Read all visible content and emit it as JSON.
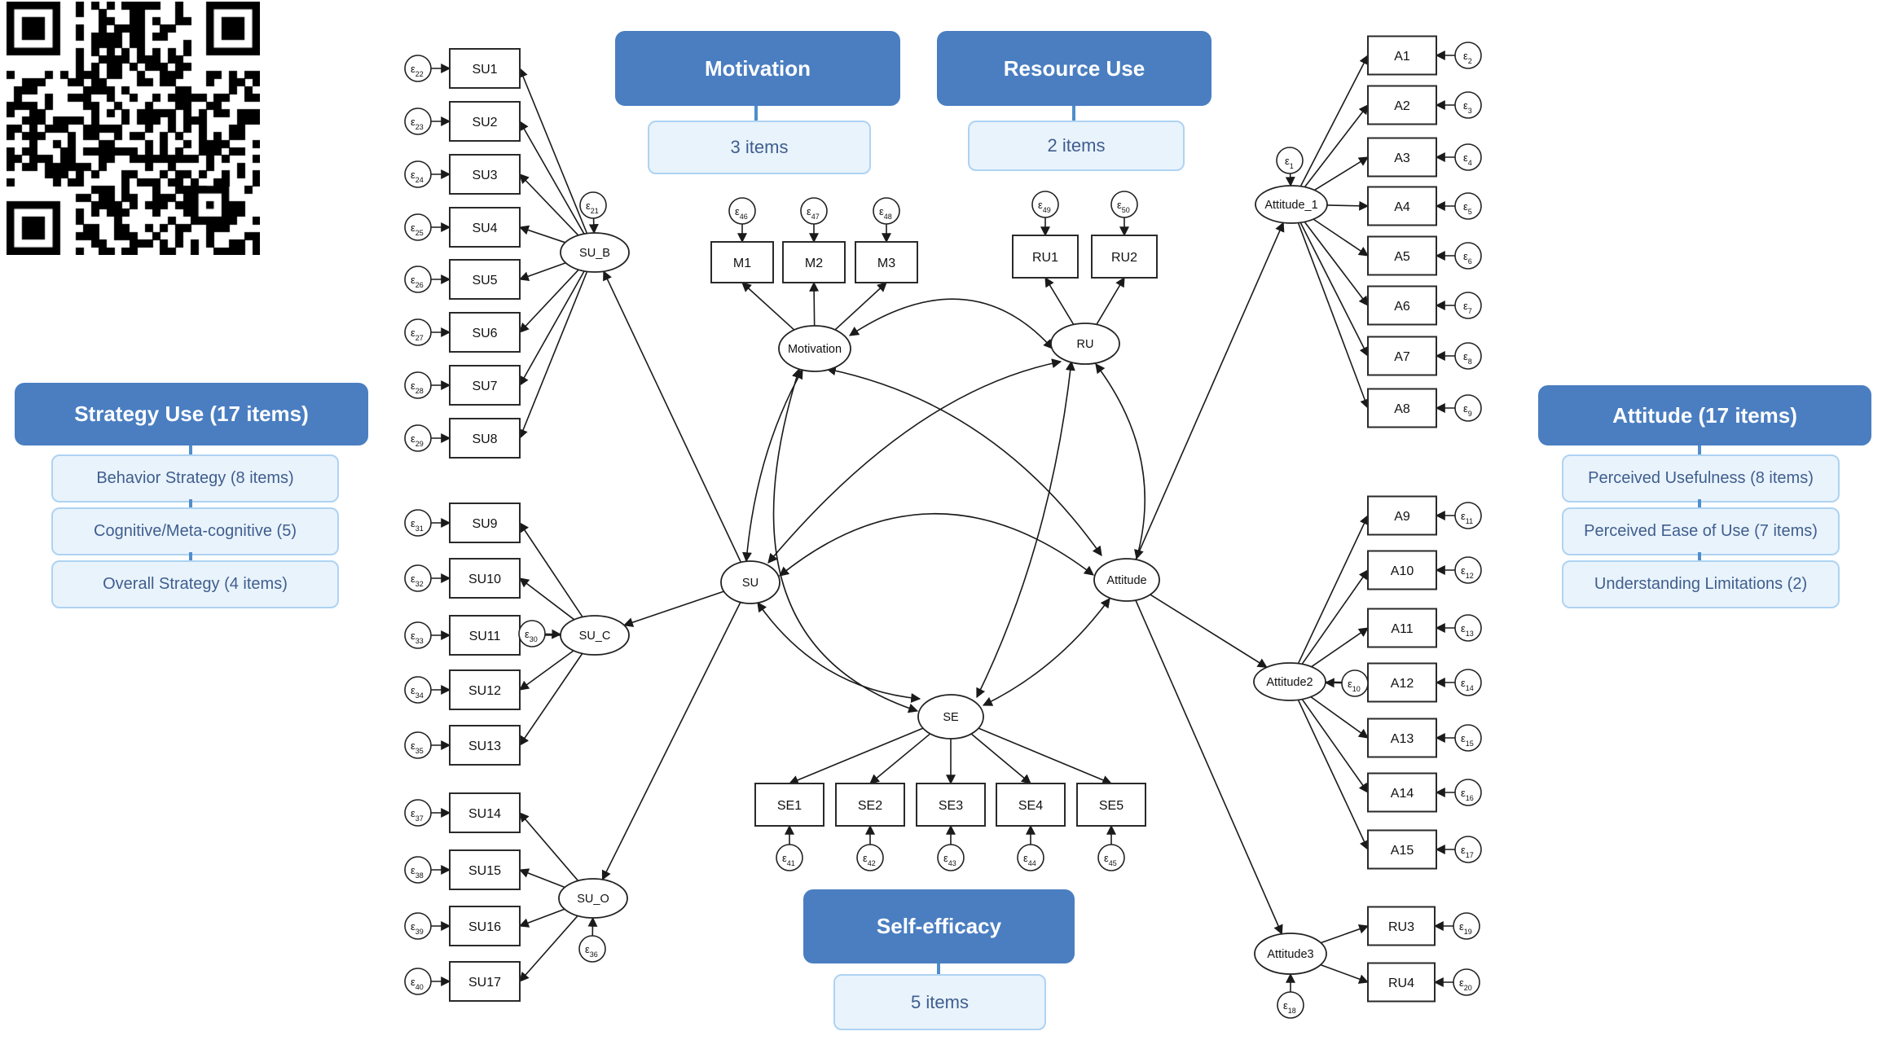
{
  "annotations": {
    "motivation": {
      "title": "Motivation",
      "count": "3 items"
    },
    "resource_use": {
      "title": "Resource Use",
      "count": "2 items"
    },
    "self_efficacy": {
      "title": "Self-efficacy",
      "count": "5 items"
    },
    "strategy_use": {
      "title": "Strategy Use (17 items)",
      "subs": [
        "Behavior Strategy (8 items)",
        "Cognitive/Meta-cognitive (5)",
        "Overall Strategy (4 items)"
      ]
    },
    "attitude": {
      "title": "Attitude (17 items)",
      "subs": [
        "Perceived Usefulness (8 items)",
        "Perceived Ease of Use (7 items)",
        "Understanding Limitations (2)"
      ]
    }
  },
  "colors": {
    "header_blue": "#4a7ec1",
    "light_fill": "#e9f3fc",
    "light_border": "#aed3f2",
    "sub_text": "#3f5e8e",
    "connector": "#4f8ecb",
    "line": "#1a1a1a"
  },
  "diagram": {
    "epsilon": "ε",
    "latents": {
      "su_b": "SU_B",
      "su_c": "SU_C",
      "su_o": "SU_O",
      "su": "SU",
      "motivation": "Motivation",
      "ru": "RU",
      "attitude": "Attitude",
      "se": "SE",
      "attitude_1": "Attitude_1",
      "attitude_2": "Attitude2",
      "attitude_3": "Attitude3"
    },
    "disturbances": {
      "su_b": "21",
      "su_c": "30",
      "su_o": "36",
      "attitude_1": "1",
      "attitude_2": "10",
      "attitude_3": "18"
    },
    "groups": {
      "su_b": {
        "items": [
          {
            "label": "SU1",
            "eps": "22"
          },
          {
            "label": "SU2",
            "eps": "23"
          },
          {
            "label": "SU3",
            "eps": "24"
          },
          {
            "label": "SU4",
            "eps": "25"
          },
          {
            "label": "SU5",
            "eps": "26"
          },
          {
            "label": "SU6",
            "eps": "27"
          },
          {
            "label": "SU7",
            "eps": "28"
          },
          {
            "label": "SU8",
            "eps": "29"
          }
        ]
      },
      "su_c": {
        "items": [
          {
            "label": "SU9",
            "eps": "31"
          },
          {
            "label": "SU10",
            "eps": "32"
          },
          {
            "label": "SU11",
            "eps": "33"
          },
          {
            "label": "SU12",
            "eps": "34"
          },
          {
            "label": "SU13",
            "eps": "35"
          }
        ]
      },
      "su_o": {
        "items": [
          {
            "label": "SU14",
            "eps": "37"
          },
          {
            "label": "SU15",
            "eps": "38"
          },
          {
            "label": "SU16",
            "eps": "39"
          },
          {
            "label": "SU17",
            "eps": "40"
          }
        ]
      },
      "a_1": {
        "items": [
          {
            "label": "A1",
            "eps": "2"
          },
          {
            "label": "A2",
            "eps": "3"
          },
          {
            "label": "A3",
            "eps": "4"
          },
          {
            "label": "A4",
            "eps": "5"
          },
          {
            "label": "A5",
            "eps": "6"
          },
          {
            "label": "A6",
            "eps": "7"
          },
          {
            "label": "A7",
            "eps": "8"
          },
          {
            "label": "A8",
            "eps": "9"
          }
        ]
      },
      "a_2": {
        "items": [
          {
            "label": "A9",
            "eps": "11"
          },
          {
            "label": "A10",
            "eps": "12"
          },
          {
            "label": "A11",
            "eps": "13"
          },
          {
            "label": "A12",
            "eps": "14"
          },
          {
            "label": "A13",
            "eps": "15"
          },
          {
            "label": "A14",
            "eps": "16"
          },
          {
            "label": "A15",
            "eps": "17"
          }
        ]
      },
      "ru_34": {
        "items": [
          {
            "label": "RU3",
            "eps": "19"
          },
          {
            "label": "RU4",
            "eps": "20"
          }
        ]
      },
      "m": {
        "items": [
          {
            "label": "M1",
            "eps": "46"
          },
          {
            "label": "M2",
            "eps": "47"
          },
          {
            "label": "M3",
            "eps": "48"
          }
        ]
      },
      "ru_12": {
        "items": [
          {
            "label": "RU1",
            "eps": "49"
          },
          {
            "label": "RU2",
            "eps": "50"
          }
        ]
      },
      "se": {
        "items": [
          {
            "label": "SE1",
            "eps": "41"
          },
          {
            "label": "SE2",
            "eps": "42"
          },
          {
            "label": "SE3",
            "eps": "43"
          },
          {
            "label": "SE4",
            "eps": "44"
          },
          {
            "label": "SE5",
            "eps": "45"
          }
        ]
      }
    }
  }
}
